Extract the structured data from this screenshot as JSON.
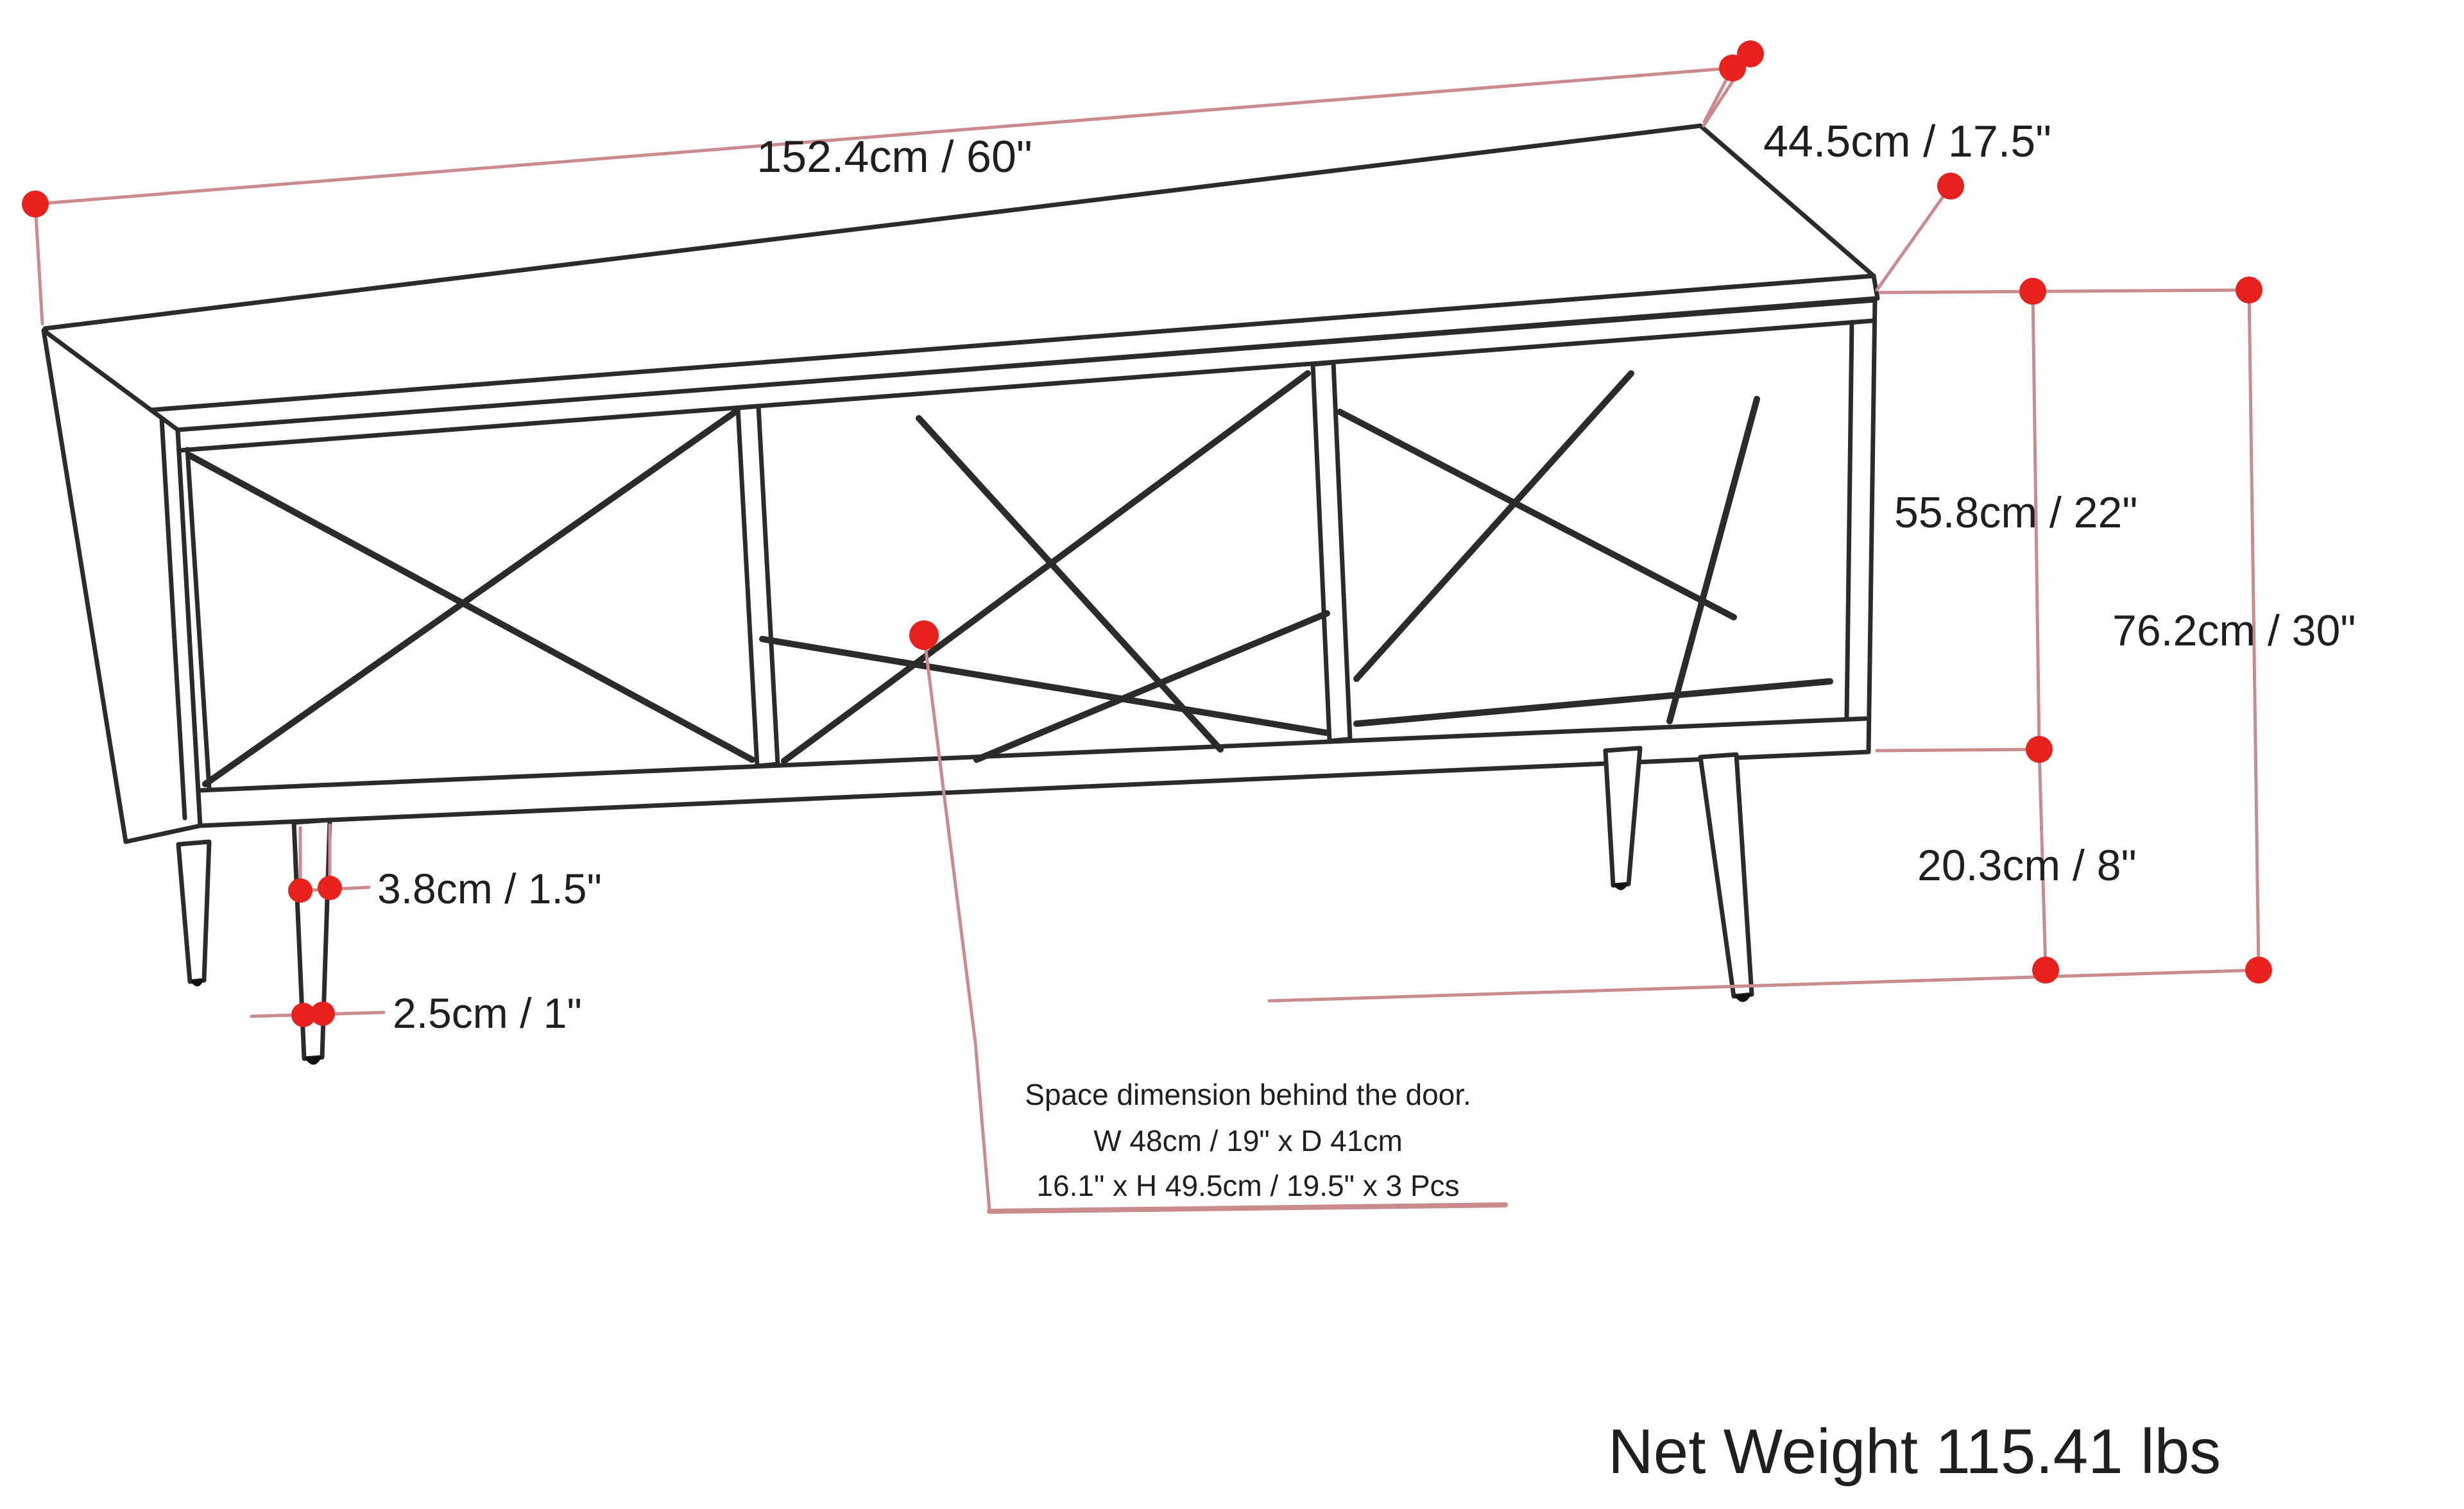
{
  "diagram": {
    "type": "furniture-dimension-drawing",
    "product": "3-door TV stand with angled legs and abstract cross door pattern",
    "labels": {
      "width": "152.4cm / 60\"",
      "depth": "44.5cm / 17.5\"",
      "body_height": "55.8cm / 22\"",
      "total_height": "76.2cm / 30\"",
      "leg_height": "20.3cm / 8\"",
      "leg_top_width": "3.8cm / 1.5\"",
      "leg_foot_width": "2.5cm / 1\""
    },
    "annotation": {
      "line1": "Space dimension behind the door.",
      "line2": "W 48cm / 19\" x D 41cm",
      "line3": "16.1\" x H 49.5cm / 19.5\" x 3 Pcs"
    },
    "net_weight": "Net Weight 115.41 lbs",
    "colors": {
      "marker_dot": "#e8211c",
      "dimension_line": "#c98b8b",
      "outline": "#2b2b2b",
      "text": "#1f1f1f",
      "background": "#ffffff"
    }
  }
}
